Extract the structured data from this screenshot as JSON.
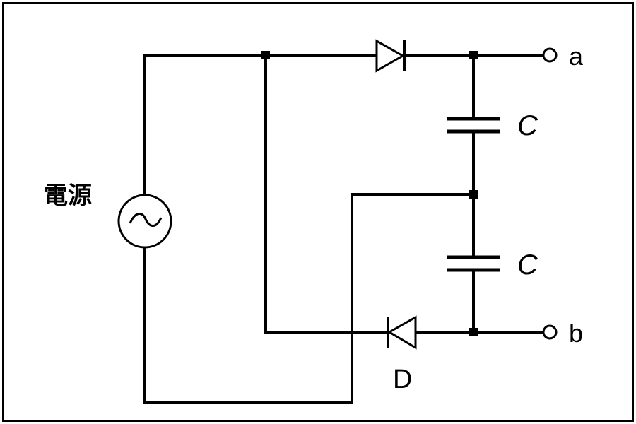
{
  "diagram": {
    "source_label": "電源",
    "source_symbol": "~",
    "capacitor_labels": [
      "C",
      "C"
    ],
    "diode_label": "D",
    "terminal_a": "a",
    "terminal_b": "b",
    "line_color": "#000000",
    "background_color": "#ffffff"
  }
}
